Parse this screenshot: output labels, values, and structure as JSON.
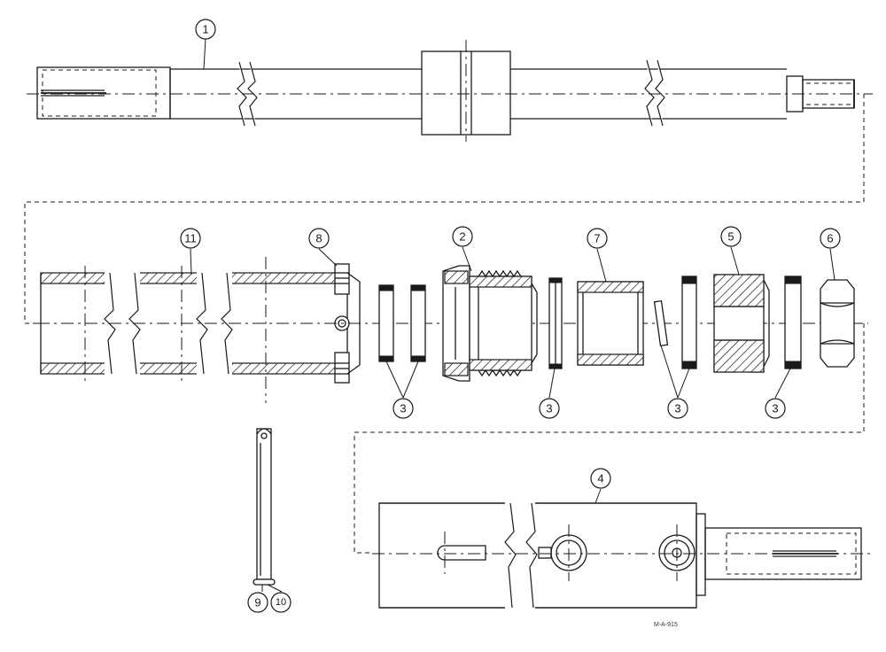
{
  "callouts": {
    "c1": "1",
    "c2": "2",
    "c3a": "3",
    "c3b": "3",
    "c3c": "3",
    "c3d": "3",
    "c4": "4",
    "c5": "5",
    "c6": "6",
    "c7": "7",
    "c8": "8",
    "c9": "9",
    "c10": "10",
    "c11": "11"
  },
  "drawing_id": "M-A-915"
}
